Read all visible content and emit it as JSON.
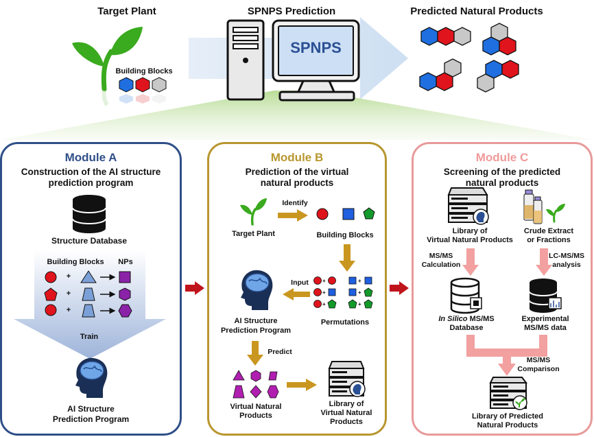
{
  "header": {
    "target_plant": "Target Plant",
    "spnps_prediction": "SPNPS Prediction",
    "predicted_products": "Predicted Natural Products",
    "building_blocks": "Building Blocks",
    "monitor_text": "SPNPS"
  },
  "module_a": {
    "title": "Module A",
    "subtitle_1": "Construction of the AI structure",
    "subtitle_2": "prediction program",
    "structure_db": "Structure Database",
    "building_blocks": "Building Blocks",
    "nps": "NPs",
    "plus": "+",
    "train": "Train",
    "ai_1": "AI Structure",
    "ai_2": "Prediction Program"
  },
  "module_b": {
    "title": "Module B",
    "subtitle_1": "Prediction of the virtual",
    "subtitle_2": "natural products",
    "target_plant": "Target Plant",
    "identify": "Identify",
    "building_blocks": "Building Blocks",
    "input": "Input",
    "permutations": "Permutations",
    "ai_1": "AI Structure",
    "ai_2": "Prediction Program",
    "predict": "Predict",
    "virtual_1": "Virtual Natural",
    "virtual_2": "Products",
    "library_1": "Library of",
    "library_2": "Virtual Natural",
    "library_3": "Products"
  },
  "module_c": {
    "title": "Module C",
    "subtitle_1": "Screening of the predicted",
    "subtitle_2": "natural products",
    "library_1": "Library of",
    "library_2": "Virtual Natural Products",
    "crude_1": "Crude Extract",
    "crude_2": "or Fractions",
    "msms_calc_1": "MS/MS",
    "msms_calc_2": "Calculation",
    "lcms_1": "LC-MS/MS",
    "lcms_2": "analysis",
    "insilico_italic": "In Silico",
    "insilico_rest": " MS/MS",
    "insilico_2": "Database",
    "exp_1": "Experimental",
    "exp_2": "MS/MS data",
    "comparison_1": "MS/MS",
    "comparison_2": "Comparison",
    "pred_lib_1": "Library of Predicted",
    "pred_lib_2": "Natural Products"
  },
  "colors": {
    "module_a": "#2f4f88",
    "module_b": "#b8962e",
    "module_c": "#e89a9a",
    "module_c_title": "#f09a9a",
    "arrow_gold": "#c9961f",
    "arrow_pink": "#f2a0a0",
    "arrow_red": "#c0141c",
    "hex_blue": "#1f6fe0",
    "hex_red": "#e0141c",
    "hex_gray": "#c8c8c8",
    "plant_green": "#3aaa1e",
    "shape_purple": "#b01fb0"
  }
}
